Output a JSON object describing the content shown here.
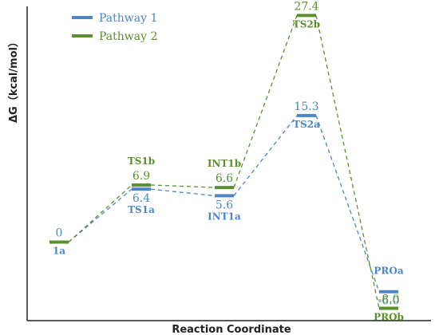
{
  "chart_data": {
    "type": "line",
    "xlabel": "Reaction Coordinate",
    "ylabel": "ΔG（kcal/mol）",
    "ylim": [
      -9.5,
      28.5
    ],
    "grid": false,
    "legend_position": "top-left",
    "series": [
      {
        "name": "Pathway 1",
        "color": "#4a86c8",
        "points": [
          {
            "x": 0,
            "label": "1a",
            "value": 0,
            "value_text": "0"
          },
          {
            "x": 1,
            "label": "TS1a",
            "value": 6.4,
            "value_text": "6.4"
          },
          {
            "x": 2,
            "label": "INT1a",
            "value": 5.6,
            "value_text": "5.6"
          },
          {
            "x": 3,
            "label": "TS2a",
            "value": 15.3,
            "value_text": "15.3"
          },
          {
            "x": 4,
            "label": "PROa",
            "value": -6.0,
            "value_text": "-6.0"
          }
        ]
      },
      {
        "name": "Pathway 2",
        "color": "#5c8f2e",
        "points": [
          {
            "x": 0,
            "label": "",
            "value": 0,
            "value_text": ""
          },
          {
            "x": 1,
            "label": "TS1b",
            "value": 6.9,
            "value_text": "6.9"
          },
          {
            "x": 2,
            "label": "INT1b",
            "value": 6.6,
            "value_text": "6.6"
          },
          {
            "x": 3,
            "label": "TS2b",
            "value": 27.4,
            "value_text": "27.4"
          },
          {
            "x": 4,
            "label": "PROb",
            "value": -8.0,
            "value_text": "-8.0"
          }
        ]
      }
    ]
  }
}
